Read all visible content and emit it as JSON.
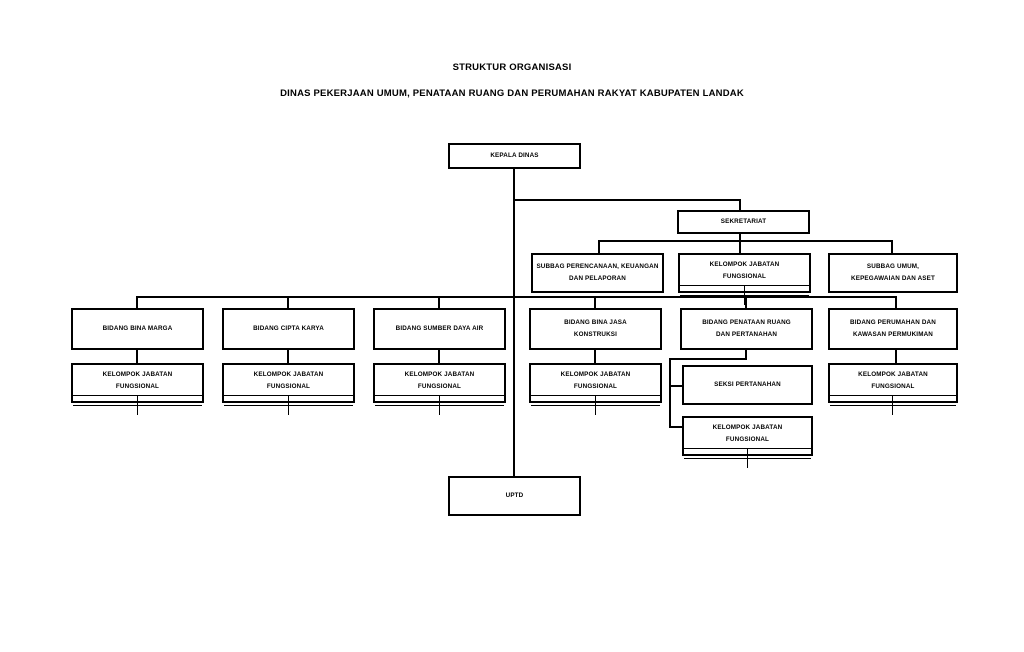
{
  "document": {
    "title_line1": "STRUKTUR ORGANISASI",
    "title_line2": "DINAS PEKERJAAN UMUM, PENATAAN RUANG DAN PERUMAHAN RAKYAT KABUPATEN LANDAK"
  },
  "colors": {
    "background": "#ffffff",
    "line": "#000000",
    "text": "#000000",
    "box_fill": "#ffffff"
  },
  "chart_data": {
    "type": "diagram",
    "diagram_type": "organizational-chart",
    "orientation": "top-down",
    "title": "STRUKTUR ORGANISASI DINAS PEKERJAAN UMUM, PENATAAN RUANG DAN PERUMAHAN RAKYAT KABUPATEN LANDAK"
  },
  "nodes": {
    "kepala_dinas": {
      "line1": "KEPALA DINAS",
      "line2": ""
    },
    "sekretariat": {
      "line1": "SEKRETARIAT",
      "line2": ""
    },
    "subbag_perencanaan": {
      "line1": "SUBBAG PERENCANAAN, KEUANGAN",
      "line2": "DAN PELAPORAN"
    },
    "kjf_sekretariat": {
      "line1": "KELOMPOK JABATAN",
      "line2": "FUNGSIONAL"
    },
    "subbag_umum": {
      "line1": "SUBBAG UMUM,",
      "line2": "KEPEGAWAIAN DAN ASET"
    },
    "bidang_bina_marga": {
      "line1": "BIDANG BINA MARGA",
      "line2": ""
    },
    "bidang_cipta_karya": {
      "line1": "BIDANG CIPTA KARYA",
      "line2": ""
    },
    "bidang_sumber_daya_air": {
      "line1": "BIDANG SUMBER DAYA AIR",
      "line2": ""
    },
    "bidang_bina_jasa_konstruksi": {
      "line1": "BIDANG BINA JASA",
      "line2": "KONSTRUKSI"
    },
    "bidang_penataan_ruang": {
      "line1": "BIDANG PENATAAN RUANG",
      "line2": "DAN PERTANAHAN"
    },
    "bidang_perumahan": {
      "line1": "BIDANG PERUMAHAN DAN",
      "line2": "KAWASAN PERMUKIMAN"
    },
    "kjf_bina_marga": {
      "line1": "KELOMPOK JABATAN",
      "line2": "FUNGSIONAL"
    },
    "kjf_cipta_karya": {
      "line1": "KELOMPOK JABATAN",
      "line2": "FUNGSIONAL"
    },
    "kjf_sumber_daya_air": {
      "line1": "KELOMPOK JABATAN",
      "line2": "FUNGSIONAL"
    },
    "kjf_bina_jasa": {
      "line1": "KELOMPOK JABATAN",
      "line2": "FUNGSIONAL"
    },
    "seksi_pertanahan": {
      "line1": "SEKSI PERTANAHAN",
      "line2": ""
    },
    "kjf_pertanahan": {
      "line1": "KELOMPOK JABATAN",
      "line2": "FUNGSIONAL"
    },
    "kjf_perumahan": {
      "line1": "KELOMPOK JABATAN",
      "line2": "FUNGSIONAL"
    },
    "uptd": {
      "line1": "UPTD",
      "line2": ""
    }
  }
}
